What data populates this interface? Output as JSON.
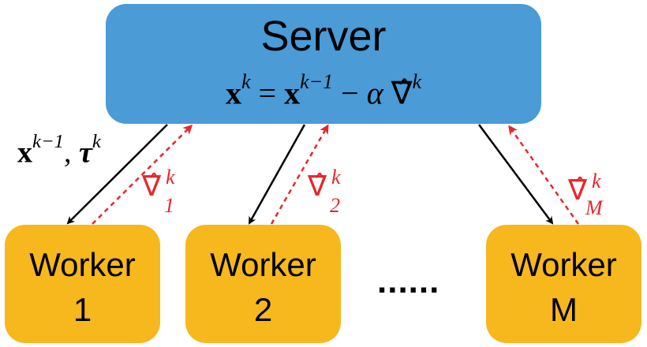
{
  "server": {
    "title": "Server",
    "update_rule": {
      "lhs": "x",
      "lhs_sup": "k",
      "equals": "=",
      "rhs_x": "x",
      "rhs_x_sup": "k−1",
      "minus": "−",
      "alpha": "α",
      "grad": "∇̂",
      "grad_sup": "k"
    },
    "color": "#4a9bd6"
  },
  "downlink_label": {
    "x": "x",
    "x_sup": "k−1",
    "sep": ",",
    "tau": "τ",
    "tau_sup": "k"
  },
  "workers": [
    {
      "label": "Worker",
      "id": "1",
      "grad": "∇̂",
      "grad_sup": "k",
      "grad_sub": "1"
    },
    {
      "label": "Worker",
      "id": "2",
      "grad": "∇̂",
      "grad_sup": "k",
      "grad_sub": "2"
    },
    {
      "label": "Worker",
      "id": "M",
      "grad": "∇̂",
      "grad_sup": "k",
      "grad_sub": "M"
    }
  ],
  "ellipsis": "......",
  "colors": {
    "worker": "#f6b81c",
    "downlink_arrow": "#000000",
    "uplink_arrow": "#e8262b"
  }
}
